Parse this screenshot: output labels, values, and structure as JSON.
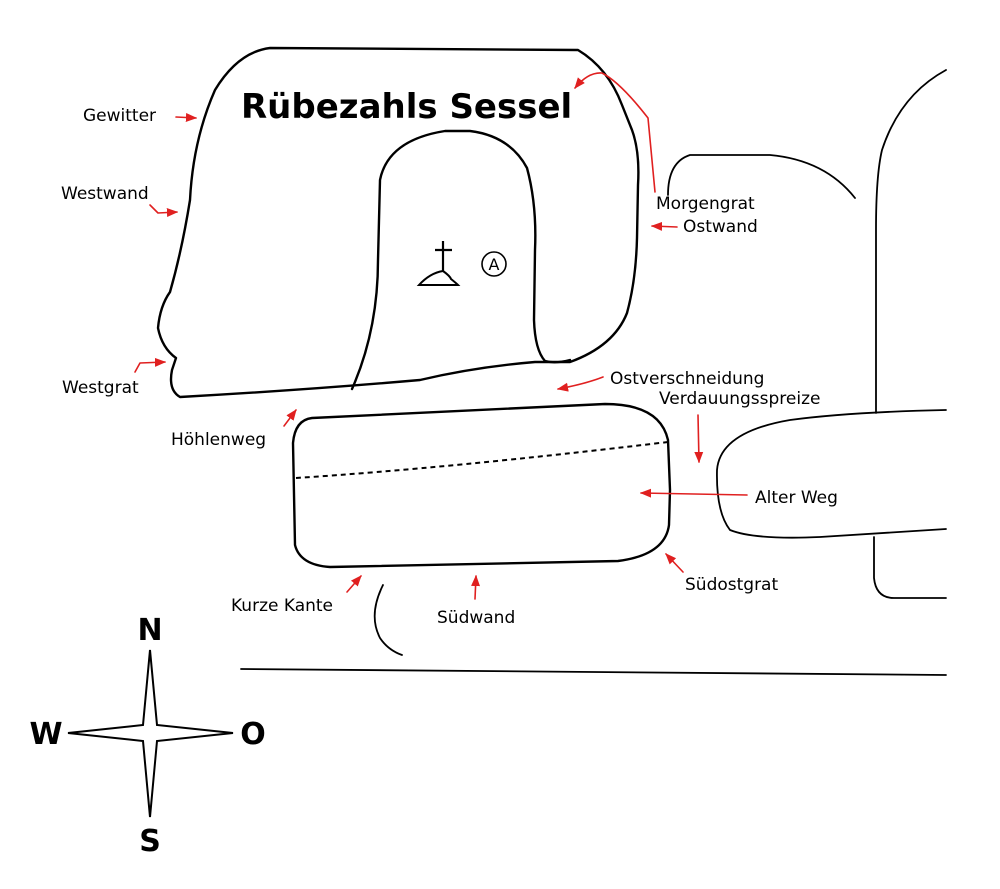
{
  "title": "Rübezahls Sessel",
  "labels": {
    "gewitter": "Gewitter",
    "westwand": "Westwand",
    "westgrat": "Westgrat",
    "morgengrat": "Morgengrat",
    "ostwand": "Ostwand",
    "ostverschneidung": "Ostverschneidung",
    "verdauungsspreize": "Verdauungsspreize",
    "hoehlenweg": "Höhlenweg",
    "alter_weg": "Alter Weg",
    "suedostgrat": "Südostgrat",
    "kurze_kante": "Kurze Kante",
    "suedwand": "Südwand"
  },
  "markers": {
    "summit_book_letter": "A"
  },
  "compass": {
    "north": "N",
    "south": "S",
    "west": "W",
    "east": "O"
  },
  "colors": {
    "arrow": "#e02020",
    "outline": "#000000"
  }
}
